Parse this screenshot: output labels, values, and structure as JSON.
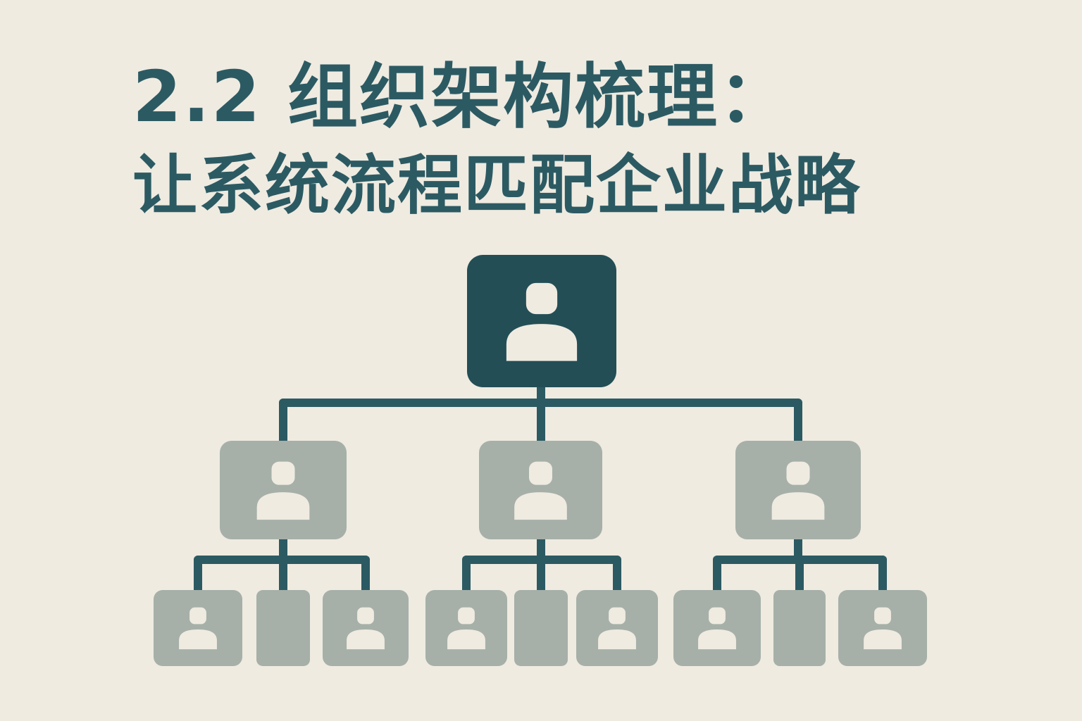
{
  "slide": {
    "title_line1": "2.2 组织架构梳理：",
    "title_line2": "让系统流程匹配企业战略"
  },
  "colors": {
    "background": "#efebe1",
    "title": "#2c5a63",
    "top_node": "#234e56",
    "sub_node": "#a6b0a8",
    "connector": "#2c5a63",
    "person": "#efebe1"
  },
  "org_chart": {
    "top_node": {
      "icon": "person-icon"
    },
    "branches": [
      {
        "children": [
          {
            "icon": "person-icon"
          },
          {
            "icon": "none"
          },
          {
            "icon": "person-icon"
          }
        ]
      },
      {
        "children": [
          {
            "icon": "person-icon"
          },
          {
            "icon": "none"
          },
          {
            "icon": "person-icon"
          }
        ]
      },
      {
        "children": [
          {
            "icon": "person-icon"
          },
          {
            "icon": "none"
          },
          {
            "icon": "person-icon"
          }
        ]
      }
    ]
  }
}
